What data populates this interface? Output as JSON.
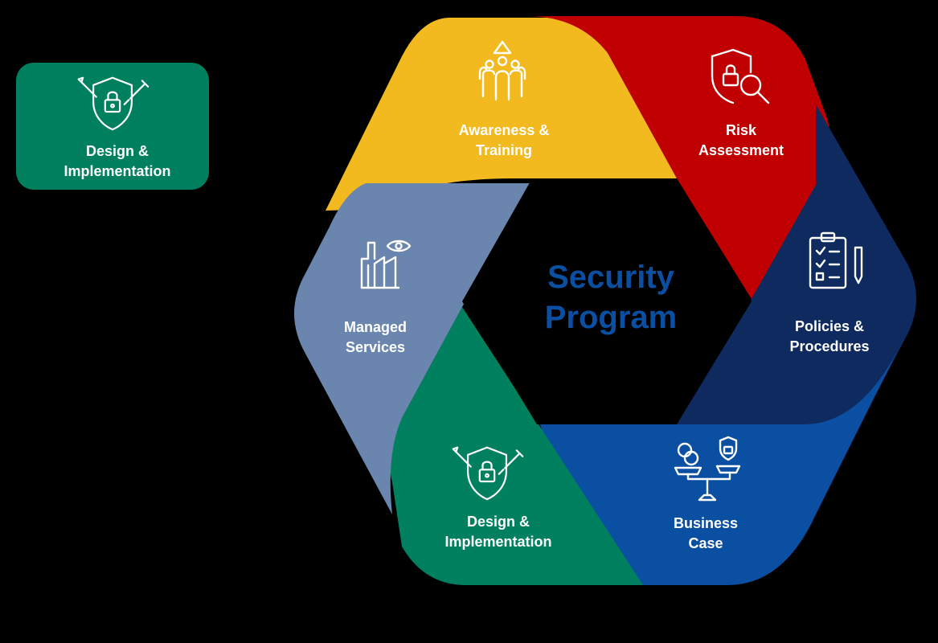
{
  "colors": {
    "background": "#000000",
    "awareness": "#F2BA1E",
    "risk": "#C00000",
    "policies": "#0E2A5E",
    "business": "#0B4FA2",
    "design": "#00805F",
    "managed": "#6B86AE",
    "center_text": "#0B4FA2",
    "label_text": "#FFFFFF"
  },
  "legend_card": {
    "label_line1": "Design &",
    "label_line2": "Implementation",
    "icon": "shield-lock-tools-icon",
    "color": "#00805F"
  },
  "center": {
    "line1": "Security",
    "line2": "Program"
  },
  "segments": [
    {
      "id": "awareness",
      "line1": "Awareness &",
      "line2": "Training",
      "icon": "people-group-icon"
    },
    {
      "id": "risk",
      "line1": "Risk",
      "line2": "Assessment",
      "icon": "shield-magnifier-icon"
    },
    {
      "id": "policies",
      "line1": "Policies &",
      "line2": "Procedures",
      "icon": "clipboard-checklist-icon"
    },
    {
      "id": "business",
      "line1": "Business",
      "line2": "Case",
      "icon": "balance-scale-icon"
    },
    {
      "id": "design",
      "line1": "Design &",
      "line2": "Implementation",
      "icon": "shield-lock-tools-icon"
    },
    {
      "id": "managed",
      "line1": "Managed",
      "line2": "Services",
      "icon": "factory-eye-icon"
    }
  ]
}
